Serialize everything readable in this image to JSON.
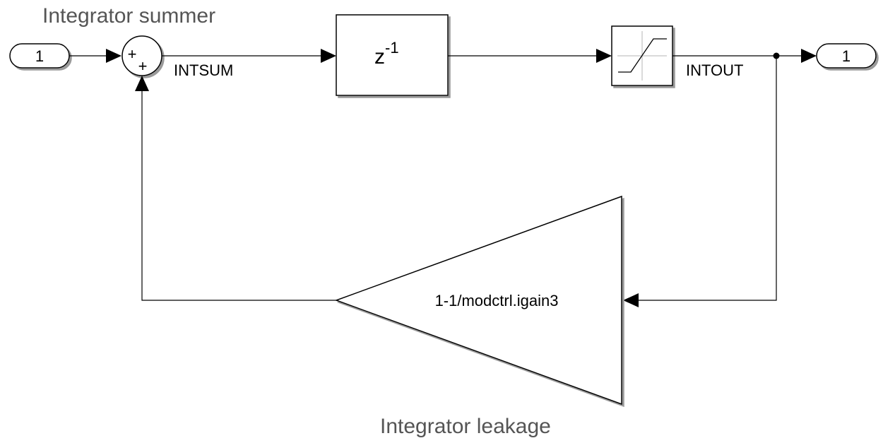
{
  "labels": {
    "summer_title": "Integrator summer",
    "leakage_title": "Integrator leakage",
    "signal_intsum": "INTSUM",
    "signal_intout": "INTOUT"
  },
  "blocks": {
    "inport_value": "1",
    "outport_value": "1",
    "sum_sign_top": "+",
    "sum_sign_bottom": "+",
    "delay_base": "z",
    "delay_exponent": "-1",
    "gain_expression": "1-1/modctrl.igain3"
  },
  "colors": {
    "block_stroke": "#000000",
    "title_text": "#555555",
    "background": "#ffffff"
  },
  "icons": {
    "saturation": "saturation-icon"
  }
}
